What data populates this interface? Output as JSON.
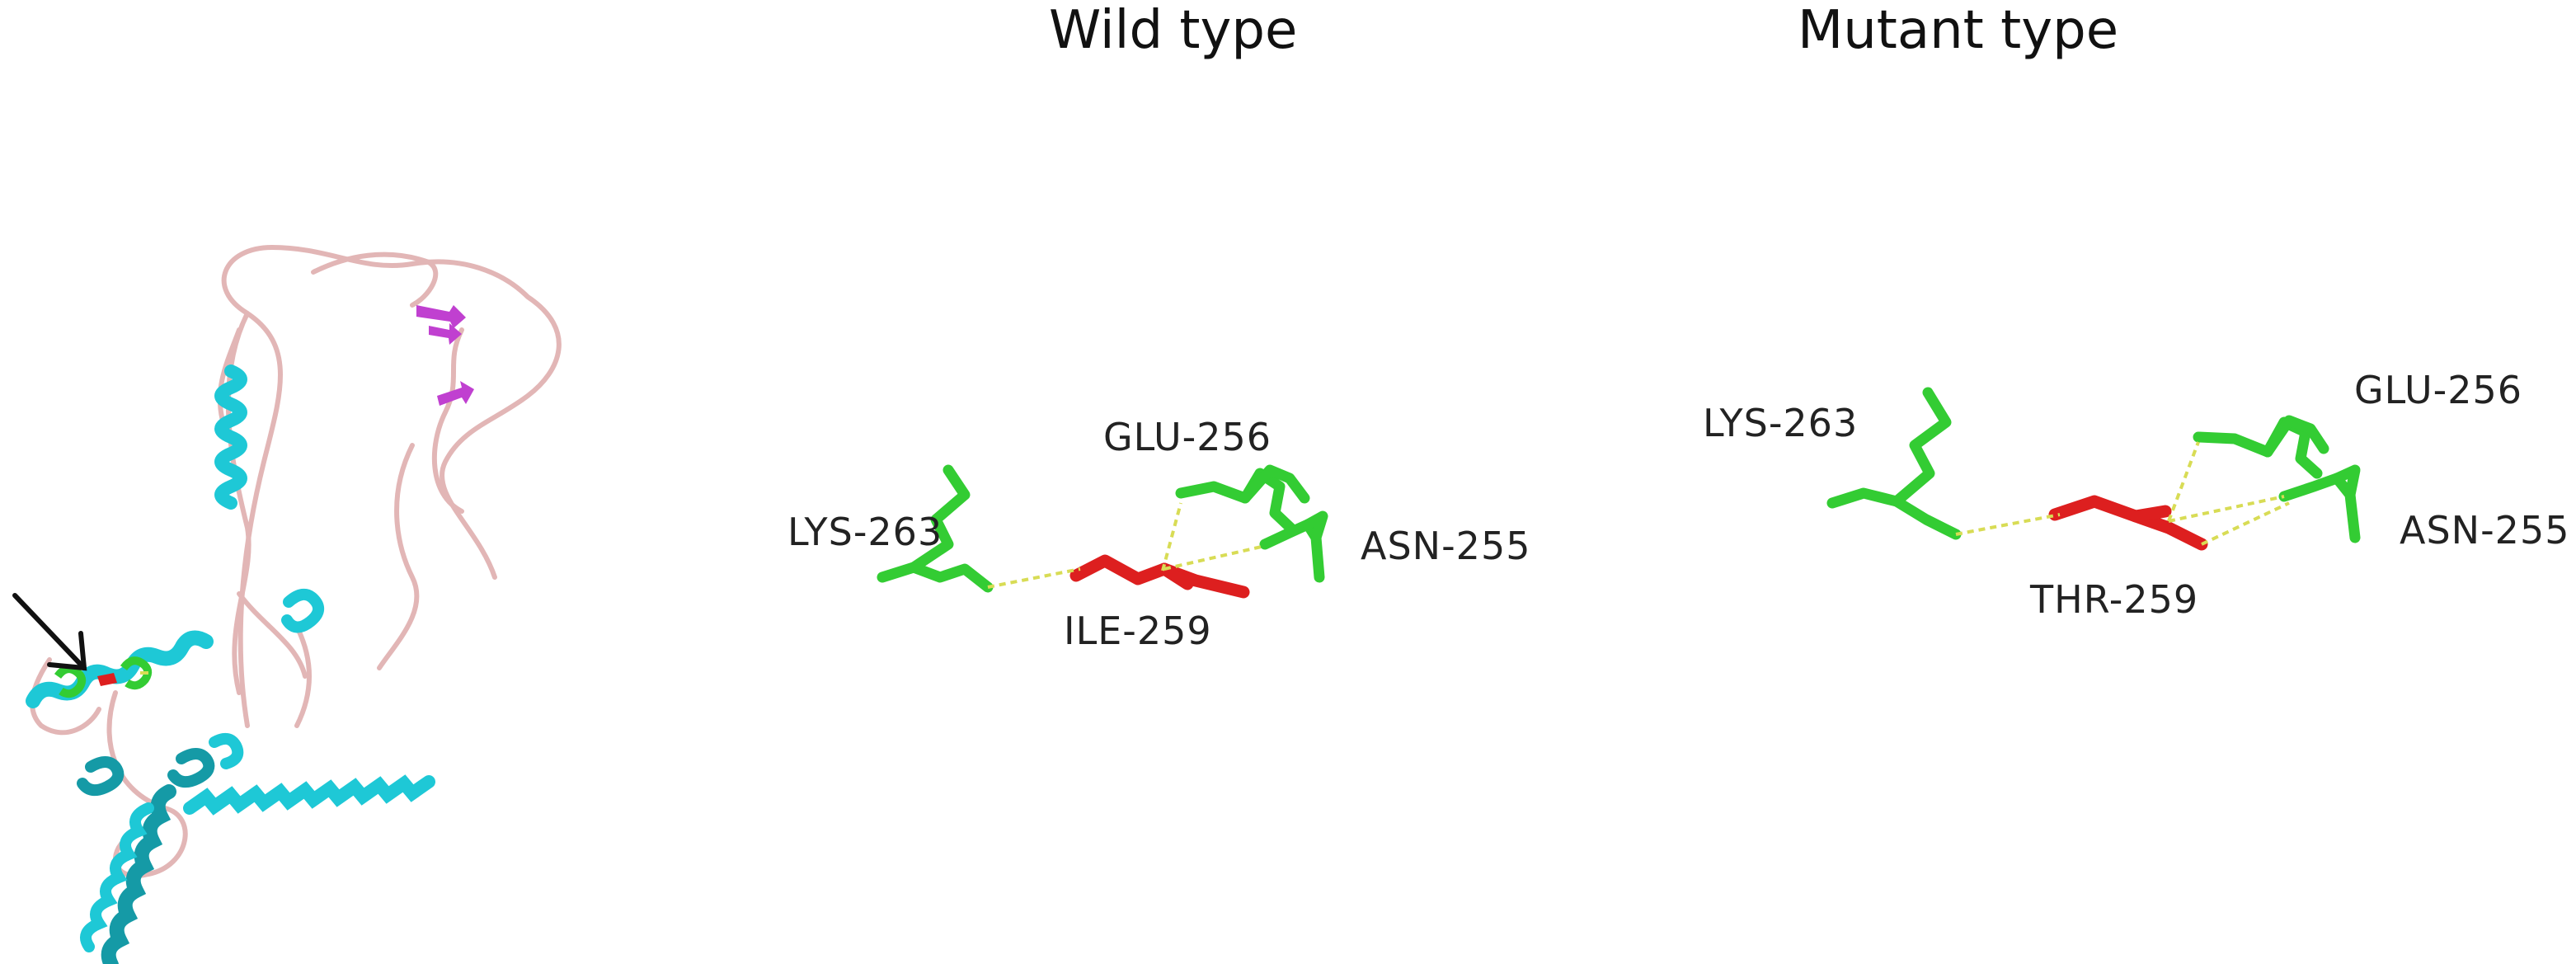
{
  "panels": {
    "wild": {
      "title": "Wild type",
      "labels": {
        "lys": "LYS-263",
        "glu": "GLU-256",
        "asn": "ASN-255",
        "center": "ILE-259"
      }
    },
    "mutant": {
      "title": "Mutant type",
      "labels": {
        "lys": "LYS-263",
        "glu": "GLU-256",
        "asn": "ASN-255",
        "center": "THR-259"
      }
    }
  },
  "colors": {
    "helix": "#1ec8d6",
    "helix_dark": "#159aa6",
    "coil": "#e2b6b6",
    "sheet": "#c040d0",
    "residue_neighbor": "#33cc33",
    "residue_mutated": "#dd1f1f",
    "hbond": "#d8dc55",
    "arrow": "#111111"
  }
}
